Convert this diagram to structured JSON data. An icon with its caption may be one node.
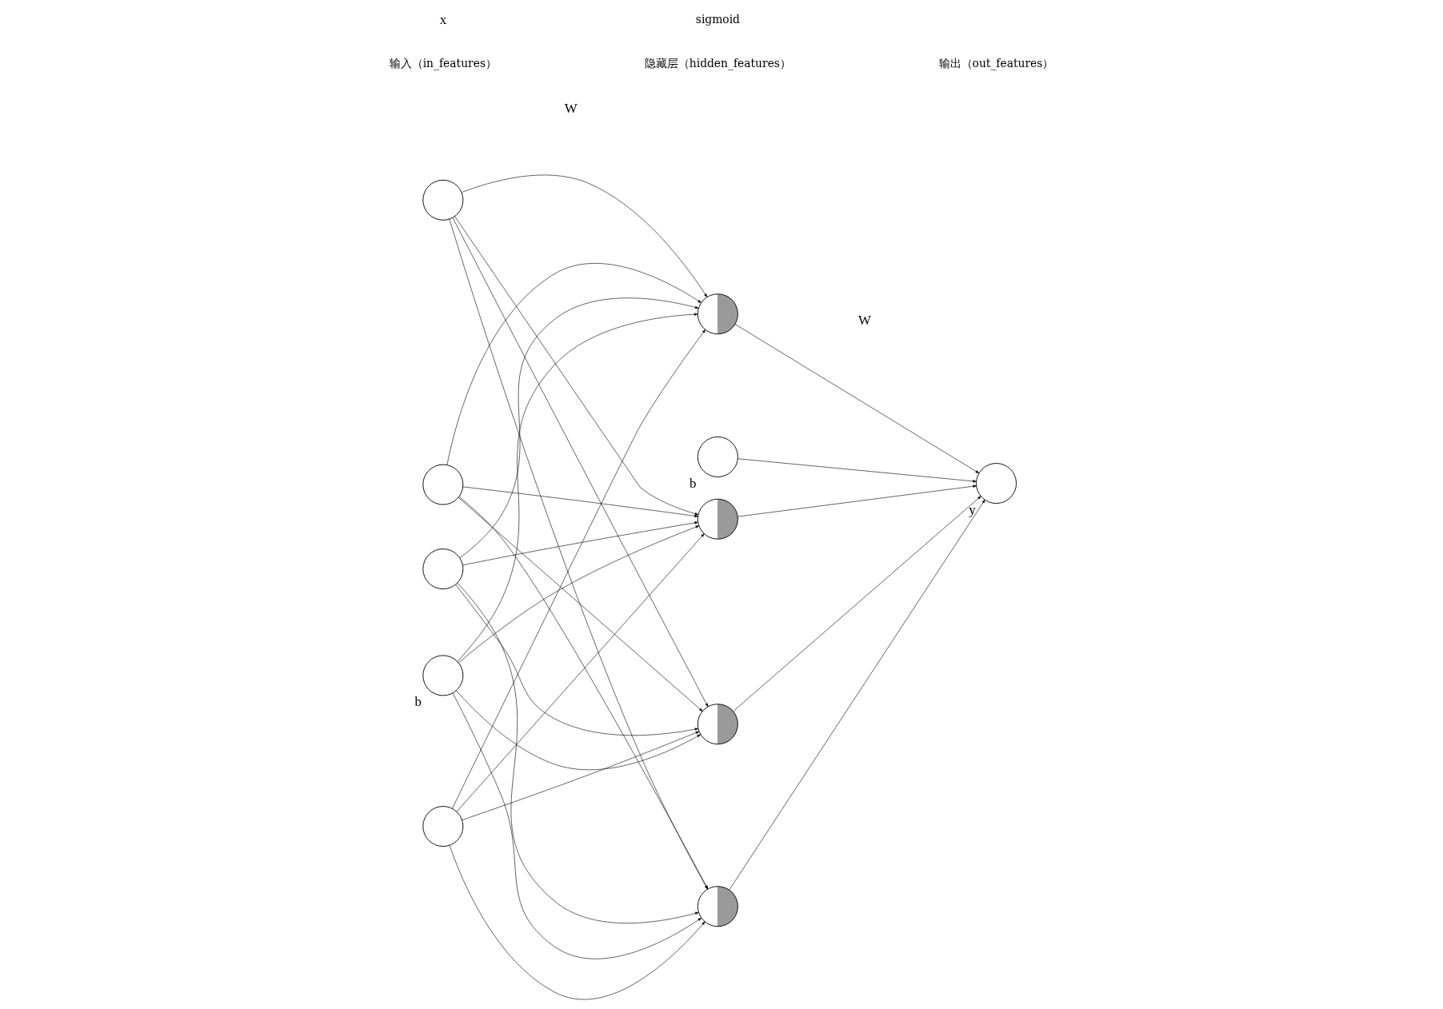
{
  "diagram": {
    "nodes": [
      {
        "text": [],
        "shape": "circle"
      },
      {
        "text": [],
        "shape": "circle"
      },
      {
        "text": [],
        "shape": "circle"
      },
      {
        "text": [],
        "shape": "circle"
      },
      {
        "text": [],
        "shape": "circle",
        "beside": [
          "b"
        ]
      },
      {
        "text": [],
        "shape": "circle"
      },
      {
        "text": [],
        "shape": "circle"
      },
      {
        "text": [],
        "shape": "circle"
      },
      {
        "text": [],
        "shape": "circle"
      },
      {
        "text": [],
        "shape": "circle",
        "beside": [
          "y"
        ]
      },
      {
        "text": [],
        "shape": "circle",
        "beside": [
          "b"
        ]
      }
    ],
    "edges": [
      {
        "from": 0,
        "to": 5,
        "arrow": "to"
      },
      {
        "from": 0,
        "to": 6,
        "arrow": "to"
      },
      {
        "from": 0,
        "to": 7,
        "arrow": "to"
      },
      {
        "from": 0,
        "to": 8,
        "arrow": "to"
      },
      {
        "from": 1,
        "to": 5,
        "arrow": "to"
      },
      {
        "from": 1,
        "to": 6,
        "arrow": "to"
      },
      {
        "from": 1,
        "to": 7,
        "arrow": "to"
      },
      {
        "from": 1,
        "to": 8,
        "arrow": "to"
      },
      {
        "from": 2,
        "to": 5,
        "arrow": "to"
      },
      {
        "from": 2,
        "to": 6,
        "arrow": "to"
      },
      {
        "from": 2,
        "to": 7,
        "arrow": "to"
      },
      {
        "from": 2,
        "to": 8,
        "arrow": "to"
      },
      {
        "from": 3,
        "to": 5,
        "arrow": "to"
      },
      {
        "from": 3,
        "to": 6,
        "arrow": "to"
      },
      {
        "from": 3,
        "to": 7,
        "arrow": "to"
      },
      {
        "from": 3,
        "to": 8,
        "arrow": "to"
      },
      {
        "from": 4,
        "to": 5,
        "arrow": "to"
      },
      {
        "from": 4,
        "to": 6,
        "arrow": "to"
      },
      {
        "from": 4,
        "to": 7,
        "arrow": "to"
      },
      {
        "from": 4,
        "to": 8,
        "arrow": "to"
      },
      {
        "from": 5,
        "to": 9,
        "arrow": "to"
      },
      {
        "from": 6,
        "to": 9,
        "arrow": "to"
      },
      {
        "from": 7,
        "to": 9,
        "arrow": "to"
      },
      {
        "from": 8,
        "to": 9,
        "arrow": "to"
      },
      {
        "from": 10,
        "to": 9,
        "arrow": "to"
      }
    ],
    "labels": [
      "输入（in_features）",
      "隐藏层（hidden_features）",
      "输出（out_features）",
      "W",
      "W",
      "sigmoid",
      "x"
    ]
  }
}
